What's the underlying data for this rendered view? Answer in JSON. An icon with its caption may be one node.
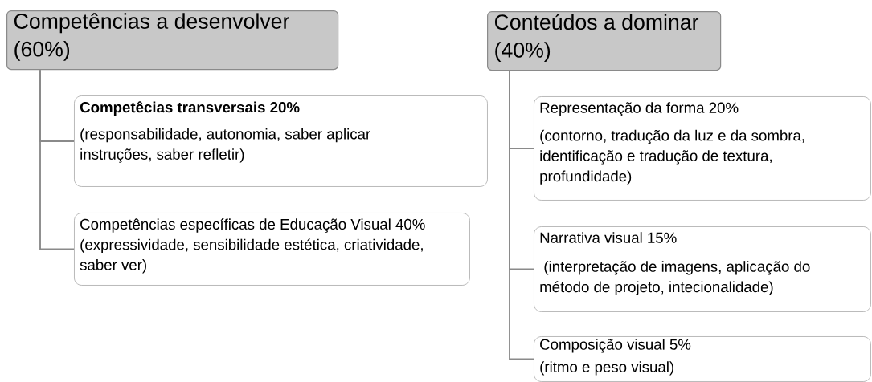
{
  "diagram": {
    "nodes": [
      {
        "text": [
          "Competências a desenvolver (60%)"
        ]
      },
      {
        "text": [
          "Competêcias transversais 20%",
          "(responsabilidade, autonomia, saber aplicar instruções, saber refletir)"
        ]
      },
      {
        "text": [
          "Competências específicas de Educação Visual 40%",
          "(expressividade, sensibilidade estética, criatividade, saber ver)"
        ]
      },
      {
        "text": [
          "Conteúdos a dominar (40%)"
        ]
      },
      {
        "text": [
          "Representação da forma 20%",
          "(contorno, tradução da luz e da sombra, identificação e tradução de textura, profundidade)"
        ]
      },
      {
        "text": [
          "Narrativa visual 15%",
          " (interpretação de imagens,  aplicação do método de projeto, intecionalidade)"
        ]
      },
      {
        "text": [
          "Composição visual  5%",
          "(ritmo e peso visual)"
        ]
      }
    ],
    "edges": [
      {
        "from": 0,
        "to": 1,
        "arrow": "none"
      },
      {
        "from": 0,
        "to": 2,
        "arrow": "none"
      },
      {
        "from": 3,
        "to": 4,
        "arrow": "none"
      },
      {
        "from": 3,
        "to": 5,
        "arrow": "none"
      },
      {
        "from": 3,
        "to": 6,
        "arrow": "none"
      }
    ]
  }
}
